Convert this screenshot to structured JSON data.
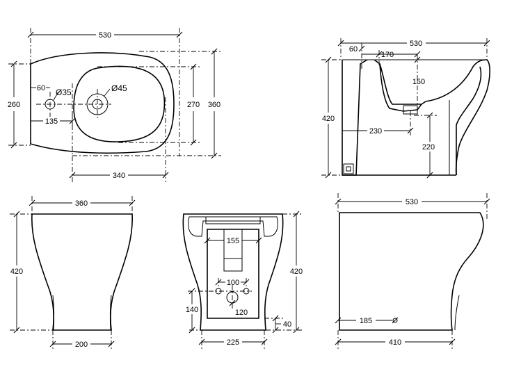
{
  "top_view": {
    "overall_length": "530",
    "overall_width": "360",
    "rim_width": "260",
    "bowl_width": "270",
    "bowl_length": "340",
    "tap_offset_front": "135",
    "tap_offset_edge": "60",
    "tap_hole": "Ø35",
    "drain_hole": "Ø45"
  },
  "side_section": {
    "overall_length": "530",
    "height": "420",
    "back_offset": "60",
    "inlet_length": "170",
    "inlet_depth": "150",
    "outlet_length": "230",
    "outlet_height": "220"
  },
  "front_view": {
    "width": "360",
    "height": "420",
    "base_width": "200"
  },
  "rear_view": {
    "height": "420",
    "cavity_width": "155",
    "fixing_spacing": "100",
    "fixing_height": "140",
    "drain_height": "120",
    "base_height": "40",
    "base_width": "225"
  },
  "side_view": {
    "length": "530",
    "base_length": "410",
    "fixing_offset": "185"
  }
}
